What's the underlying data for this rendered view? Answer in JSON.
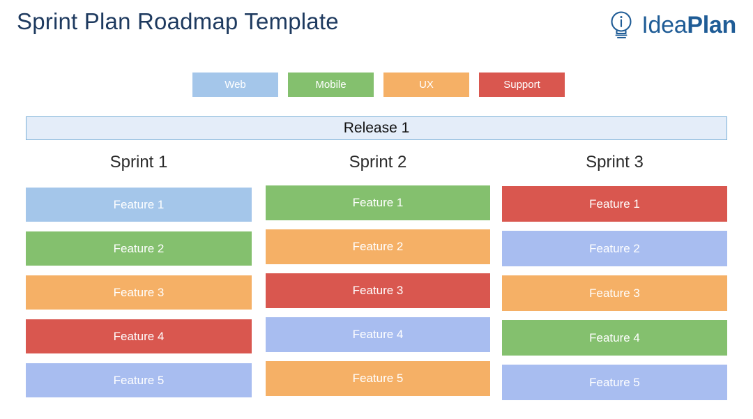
{
  "header": {
    "title": "Sprint Plan Roadmap Template",
    "brand": {
      "icon": "lightbulb-idea-icon",
      "name_regular": "Idea",
      "name_bold": "Plan",
      "color": "#1f5c96"
    }
  },
  "palette": {
    "web": "#a4c6ea",
    "mobile": "#84c06e",
    "ux": "#f5b066",
    "support": "#d9574f",
    "periwinkle": "#a8bdf0",
    "release_fill": "#e4edf9",
    "release_border": "#7bb0d8",
    "title": "#1e3a5f"
  },
  "legend": {
    "items": [
      {
        "label": "Web",
        "color": "#a4c6ea"
      },
      {
        "label": "Mobile",
        "color": "#84c06e"
      },
      {
        "label": "UX",
        "color": "#f5b066"
      },
      {
        "label": "Support",
        "color": "#d9574f"
      }
    ]
  },
  "release": {
    "label": "Release 1"
  },
  "sprints": [
    {
      "heading": "Sprint 1",
      "features": [
        {
          "label": "Feature 1",
          "color": "#a4c6ea"
        },
        {
          "label": "Feature 2",
          "color": "#84c06e"
        },
        {
          "label": "Feature 3",
          "color": "#f5b066"
        },
        {
          "label": "Feature 4",
          "color": "#d9574f"
        },
        {
          "label": "Feature 5",
          "color": "#a8bdf0"
        }
      ]
    },
    {
      "heading": "Sprint 2",
      "features": [
        {
          "label": "Feature 1",
          "color": "#84c06e"
        },
        {
          "label": "Feature 2",
          "color": "#f5b066"
        },
        {
          "label": "Feature 3",
          "color": "#d9574f"
        },
        {
          "label": "Feature 4",
          "color": "#a8bdf0"
        },
        {
          "label": "Feature 5",
          "color": "#f5b066"
        }
      ]
    },
    {
      "heading": "Sprint 3",
      "features": [
        {
          "label": "Feature 1",
          "color": "#d9574f"
        },
        {
          "label": "Feature 2",
          "color": "#a8bdf0"
        },
        {
          "label": "Feature 3",
          "color": "#f5b066"
        },
        {
          "label": "Feature 4",
          "color": "#84c06e"
        },
        {
          "label": "Feature 5",
          "color": "#a8bdf0"
        }
      ]
    }
  ]
}
